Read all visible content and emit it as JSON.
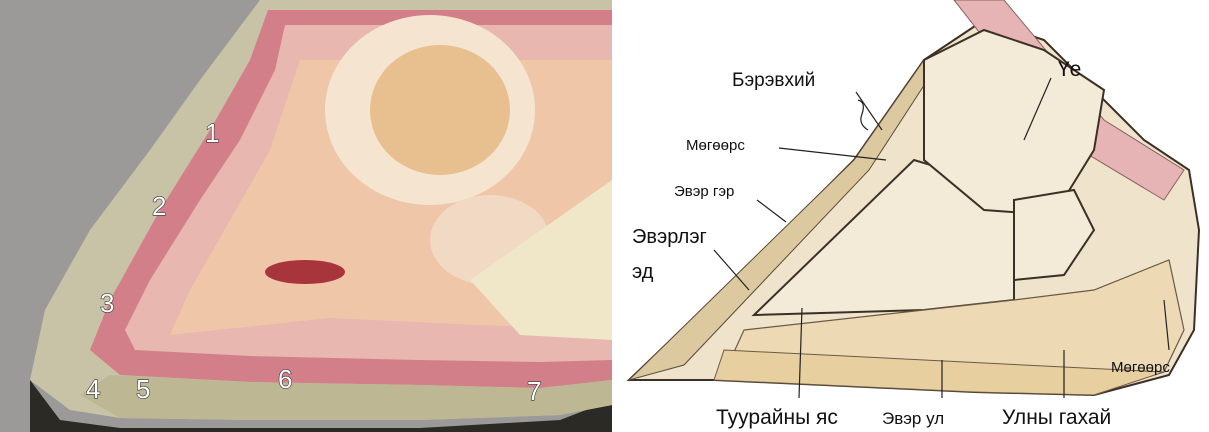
{
  "photo": {
    "markers": [
      "1",
      "2",
      "3",
      "4",
      "5",
      "6",
      "7"
    ]
  },
  "drawing": {
    "labels": {
      "berevkhii": "Бэрэвхий",
      "ye": "Үе",
      "megeers_top": "Мөгөөрс",
      "ever_ger": "Эвэр гэр",
      "everleg_ed_line1": "Эвэрлэг",
      "everleg_ed_line2": "эд",
      "tuurain_yas": "Туурайны яс",
      "ever_ul": "Эвэр ул",
      "ulny_gakhai": "Улны гахай",
      "megeers_bottom": "Мөгөөрс"
    }
  },
  "colors": {
    "background": "#9a9998",
    "hoof_wall": "#c9c3a4",
    "sensitive_tissue": "#d98a92",
    "bone": "#f0c9a8",
    "ink": "#111111"
  }
}
